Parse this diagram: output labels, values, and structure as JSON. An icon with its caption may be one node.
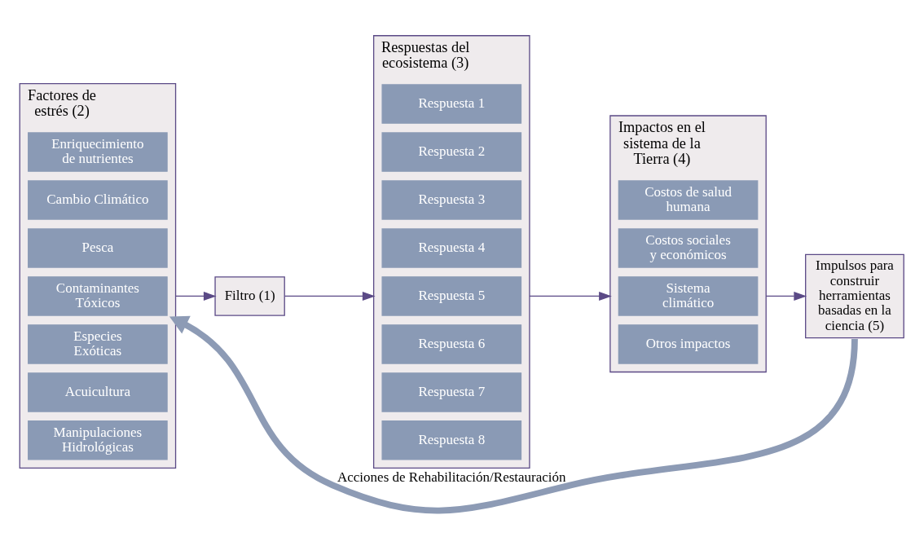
{
  "diagram": {
    "nodes": [
      {
        "text": [
          "Factores de estrés (2)"
        ]
      },
      {
        "text": [
          "Enriquecimiento de nutrientes"
        ],
        "in": 0
      },
      {
        "text": [
          "Cambio Climático"
        ],
        "in": 0
      },
      {
        "text": [
          "Pesca"
        ],
        "in": 0
      },
      {
        "text": [
          "Contaminantes Tóxicos"
        ],
        "in": 0
      },
      {
        "text": [
          "Especies Exóticas"
        ],
        "in": 0
      },
      {
        "text": [
          "Acuicultura"
        ],
        "in": 0
      },
      {
        "text": [
          "Manipulaciones Hidrológicas"
        ],
        "in": 0
      },
      {
        "text": [
          "Filtro (1)"
        ]
      },
      {
        "text": [
          "Respuestas del ecosistema (3)"
        ]
      },
      {
        "text": [
          "Respuesta 1"
        ],
        "in": 9
      },
      {
        "text": [
          "Respuesta 2"
        ],
        "in": 9
      },
      {
        "text": [
          "Respuesta 3"
        ],
        "in": 9
      },
      {
        "text": [
          "Respuesta 4"
        ],
        "in": 9
      },
      {
        "text": [
          "Respuesta 5"
        ],
        "in": 9
      },
      {
        "text": [
          "Respuesta 6"
        ],
        "in": 9
      },
      {
        "text": [
          "Respuesta 7"
        ],
        "in": 9
      },
      {
        "text": [
          "Respuesta 8"
        ],
        "in": 9
      },
      {
        "text": [
          "Impactos en el sistema de la Tierra (4)"
        ]
      },
      {
        "text": [
          "Costos de salud humana"
        ],
        "in": 18
      },
      {
        "text": [
          "Costos sociales y económicos"
        ],
        "in": 18
      },
      {
        "text": [
          "Sistema climático"
        ],
        "in": 18
      },
      {
        "text": [
          "Otros impactos"
        ],
        "in": 18
      },
      {
        "text": [
          "Impulsos para construir herramientas basadas en la ciencia (5)"
        ]
      }
    ],
    "edges": [
      {
        "from": 0,
        "to": 8,
        "arrow": "to"
      },
      {
        "from": 8,
        "to": 9,
        "arrow": "to"
      },
      {
        "from": 9,
        "to": 18,
        "arrow": "to"
      },
      {
        "from": 18,
        "to": 23,
        "arrow": "to"
      },
      {
        "from": 23,
        "to": 0,
        "arrow": "to",
        "label": "Acciones de Rehabilitación/Restauración",
        "style": "thick",
        "color": "#8d9bb5"
      }
    ]
  }
}
